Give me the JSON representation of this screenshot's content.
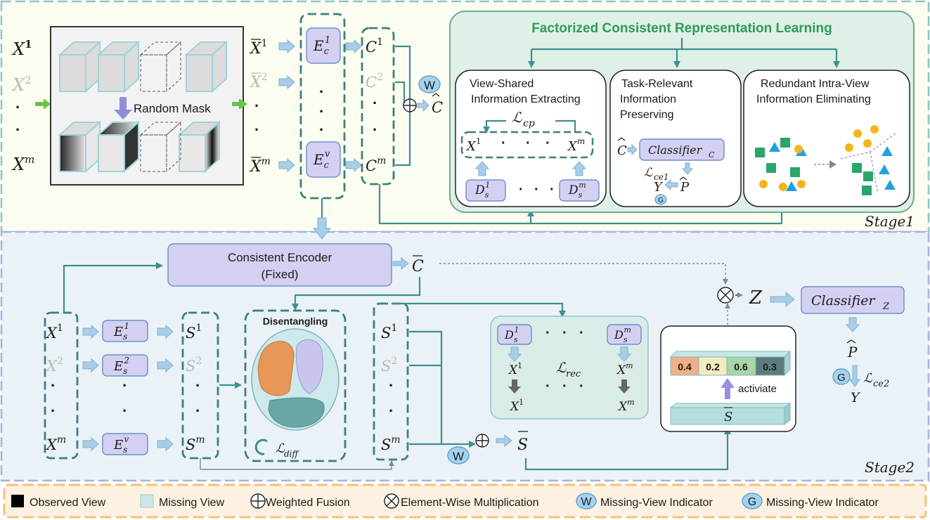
{
  "stage1": {
    "title": "Factorized Consistent Representation Learning",
    "random_mask": "Random Mask",
    "stage_label": "Stage1",
    "view_shared_line1": "View-Shared",
    "view_shared_line2": "Information Extracting",
    "task_relevant_line1": "Task-Relevant",
    "task_relevant_line2": "Information",
    "task_relevant_line3": "Preserving",
    "redundant_line1": "Redundant Intra-View",
    "redundant_line2": "Information Eliminating",
    "loss_cp": "ℒ",
    "loss_cp_sub": "cp",
    "loss_ce1": "ℒ",
    "loss_ce1_sub": "ce1",
    "classifier": "Classifier",
    "classifier_sub": "C"
  },
  "stage2": {
    "encoder_line1": "Consistent Encoder",
    "encoder_line2": "(Fixed)",
    "disentangling": "Disentangling",
    "loss_diff": "ℒ",
    "loss_diff_sub": "diff",
    "loss_rec": "ℒ",
    "loss_rec_sub": "rec",
    "activiate": "activiate",
    "weights": [
      "0.4",
      "0.2",
      "0.6",
      "0.3"
    ],
    "classifier": "Classifier",
    "classifier_sub": "Z",
    "loss_ce2": "ℒ",
    "loss_ce2_sub": "ce2",
    "stage_label": "Stage2"
  },
  "legend": {
    "observed": "Observed View",
    "missing": "Missing View",
    "weighted": "Weighted Fusion",
    "elementwise": "Element-Wise Multiplication",
    "w_indicator": "Missing-View Indicator",
    "g_indicator": "Missing-View Indicator",
    "w_symbol": "W",
    "g_symbol": "G"
  },
  "colors": {
    "stage1_bg": "#fbfdf0",
    "stage2_bg": "#eaf2f8",
    "legend_bg": "#fdf1e1",
    "green_panel": "#dff1e6",
    "title_green": "#2e9a5a",
    "teal": "#3d8f8f",
    "block_purple": "#d4d0f2",
    "weight_colors": [
      "#f0b085",
      "#f3ecc0",
      "#a9d5a8",
      "#5b7c7c"
    ]
  }
}
